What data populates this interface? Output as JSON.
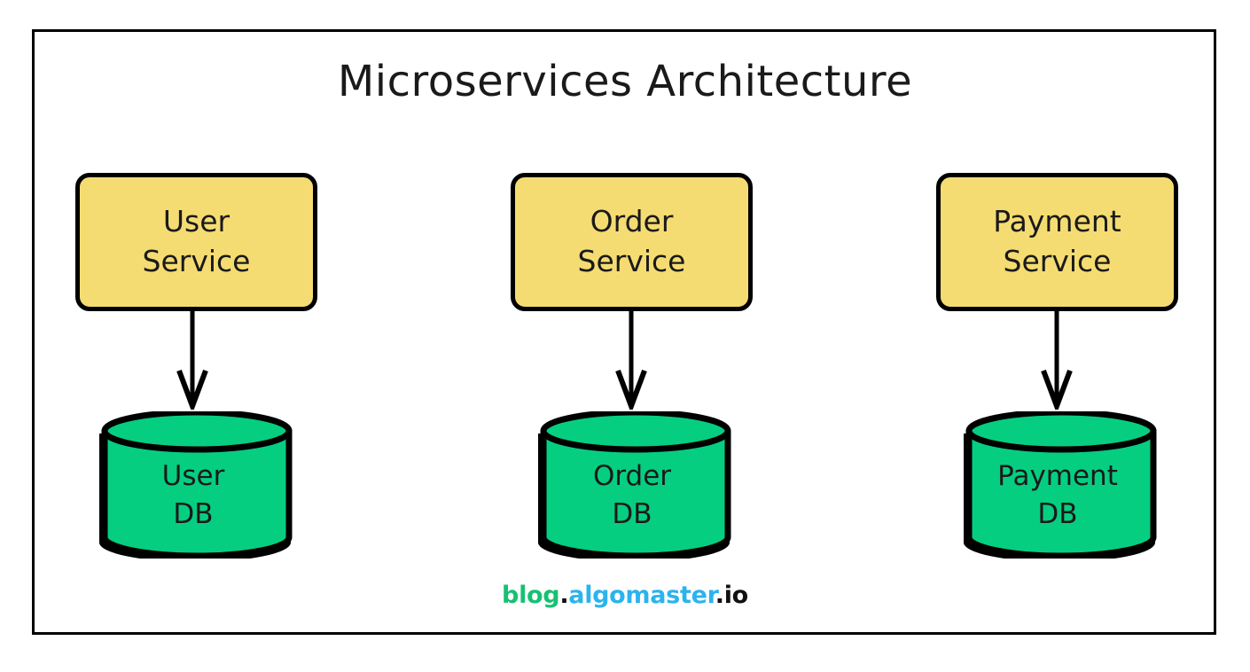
{
  "title": "Microservices Architecture",
  "colors": {
    "service_fill": "#F5DC72",
    "database_fill": "#05CE80",
    "stroke": "#000000",
    "text": "#1A1A1A",
    "watermark_blog": "#16C172",
    "watermark_algomaster": "#2BB3EE",
    "watermark_io": "#111111"
  },
  "services": [
    {
      "id": "user",
      "line1": "User",
      "line2": "Service"
    },
    {
      "id": "order",
      "line1": "Order",
      "line2": "Service"
    },
    {
      "id": "payment",
      "line1": "Payment",
      "line2": "Service"
    }
  ],
  "databases": [
    {
      "id": "user",
      "line1": "User",
      "line2": "DB"
    },
    {
      "id": "order",
      "line1": "Order",
      "line2": "DB"
    },
    {
      "id": "payment",
      "line1": "Payment",
      "line2": "DB"
    }
  ],
  "connections": [
    {
      "from": "User Service",
      "to": "User DB",
      "direction": "down"
    },
    {
      "from": "Order Service",
      "to": "Order DB",
      "direction": "down"
    },
    {
      "from": "Payment Service",
      "to": "Payment DB",
      "direction": "down"
    }
  ],
  "watermark": {
    "blog": "blog",
    "dot1": ".",
    "algomaster": "algomaster",
    "dot2": ".",
    "io": "io"
  }
}
